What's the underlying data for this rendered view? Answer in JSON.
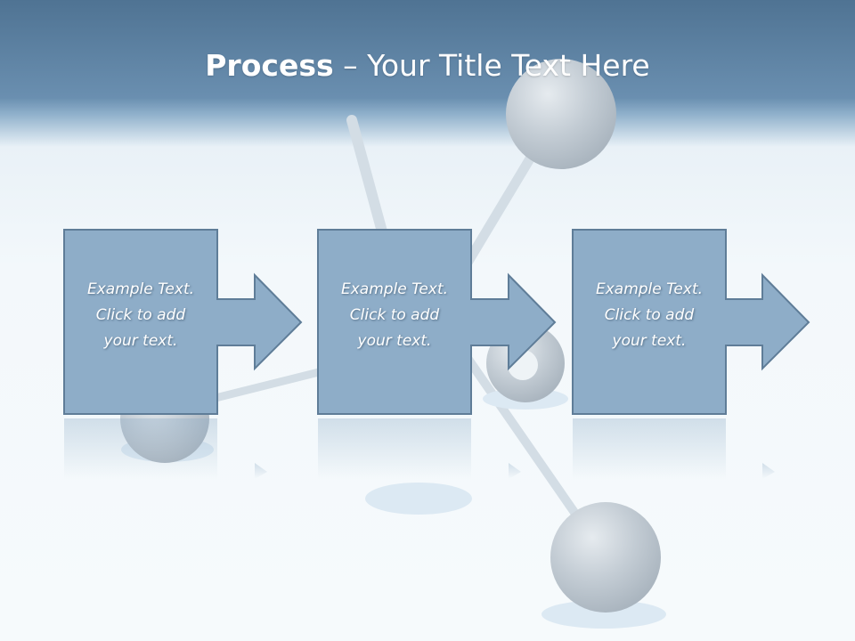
{
  "title": {
    "strong": "Process",
    "separator": " – ",
    "rest": "Your Title Text Here"
  },
  "steps": [
    {
      "lines": [
        "Example Text.",
        "Click  to add",
        "your text."
      ]
    },
    {
      "lines": [
        "Example Text.",
        "Click  to add",
        "your text."
      ]
    },
    {
      "lines": [
        "Example Text.",
        "Click  to add",
        "your text."
      ]
    }
  ],
  "colors": {
    "box_fill": "#8eadc8",
    "box_stroke": "#5f7d98",
    "header": "#5e83a5",
    "text": "#ffffff"
  },
  "icons": [
    "molecule-decoration",
    "arrow-right-icon"
  ]
}
